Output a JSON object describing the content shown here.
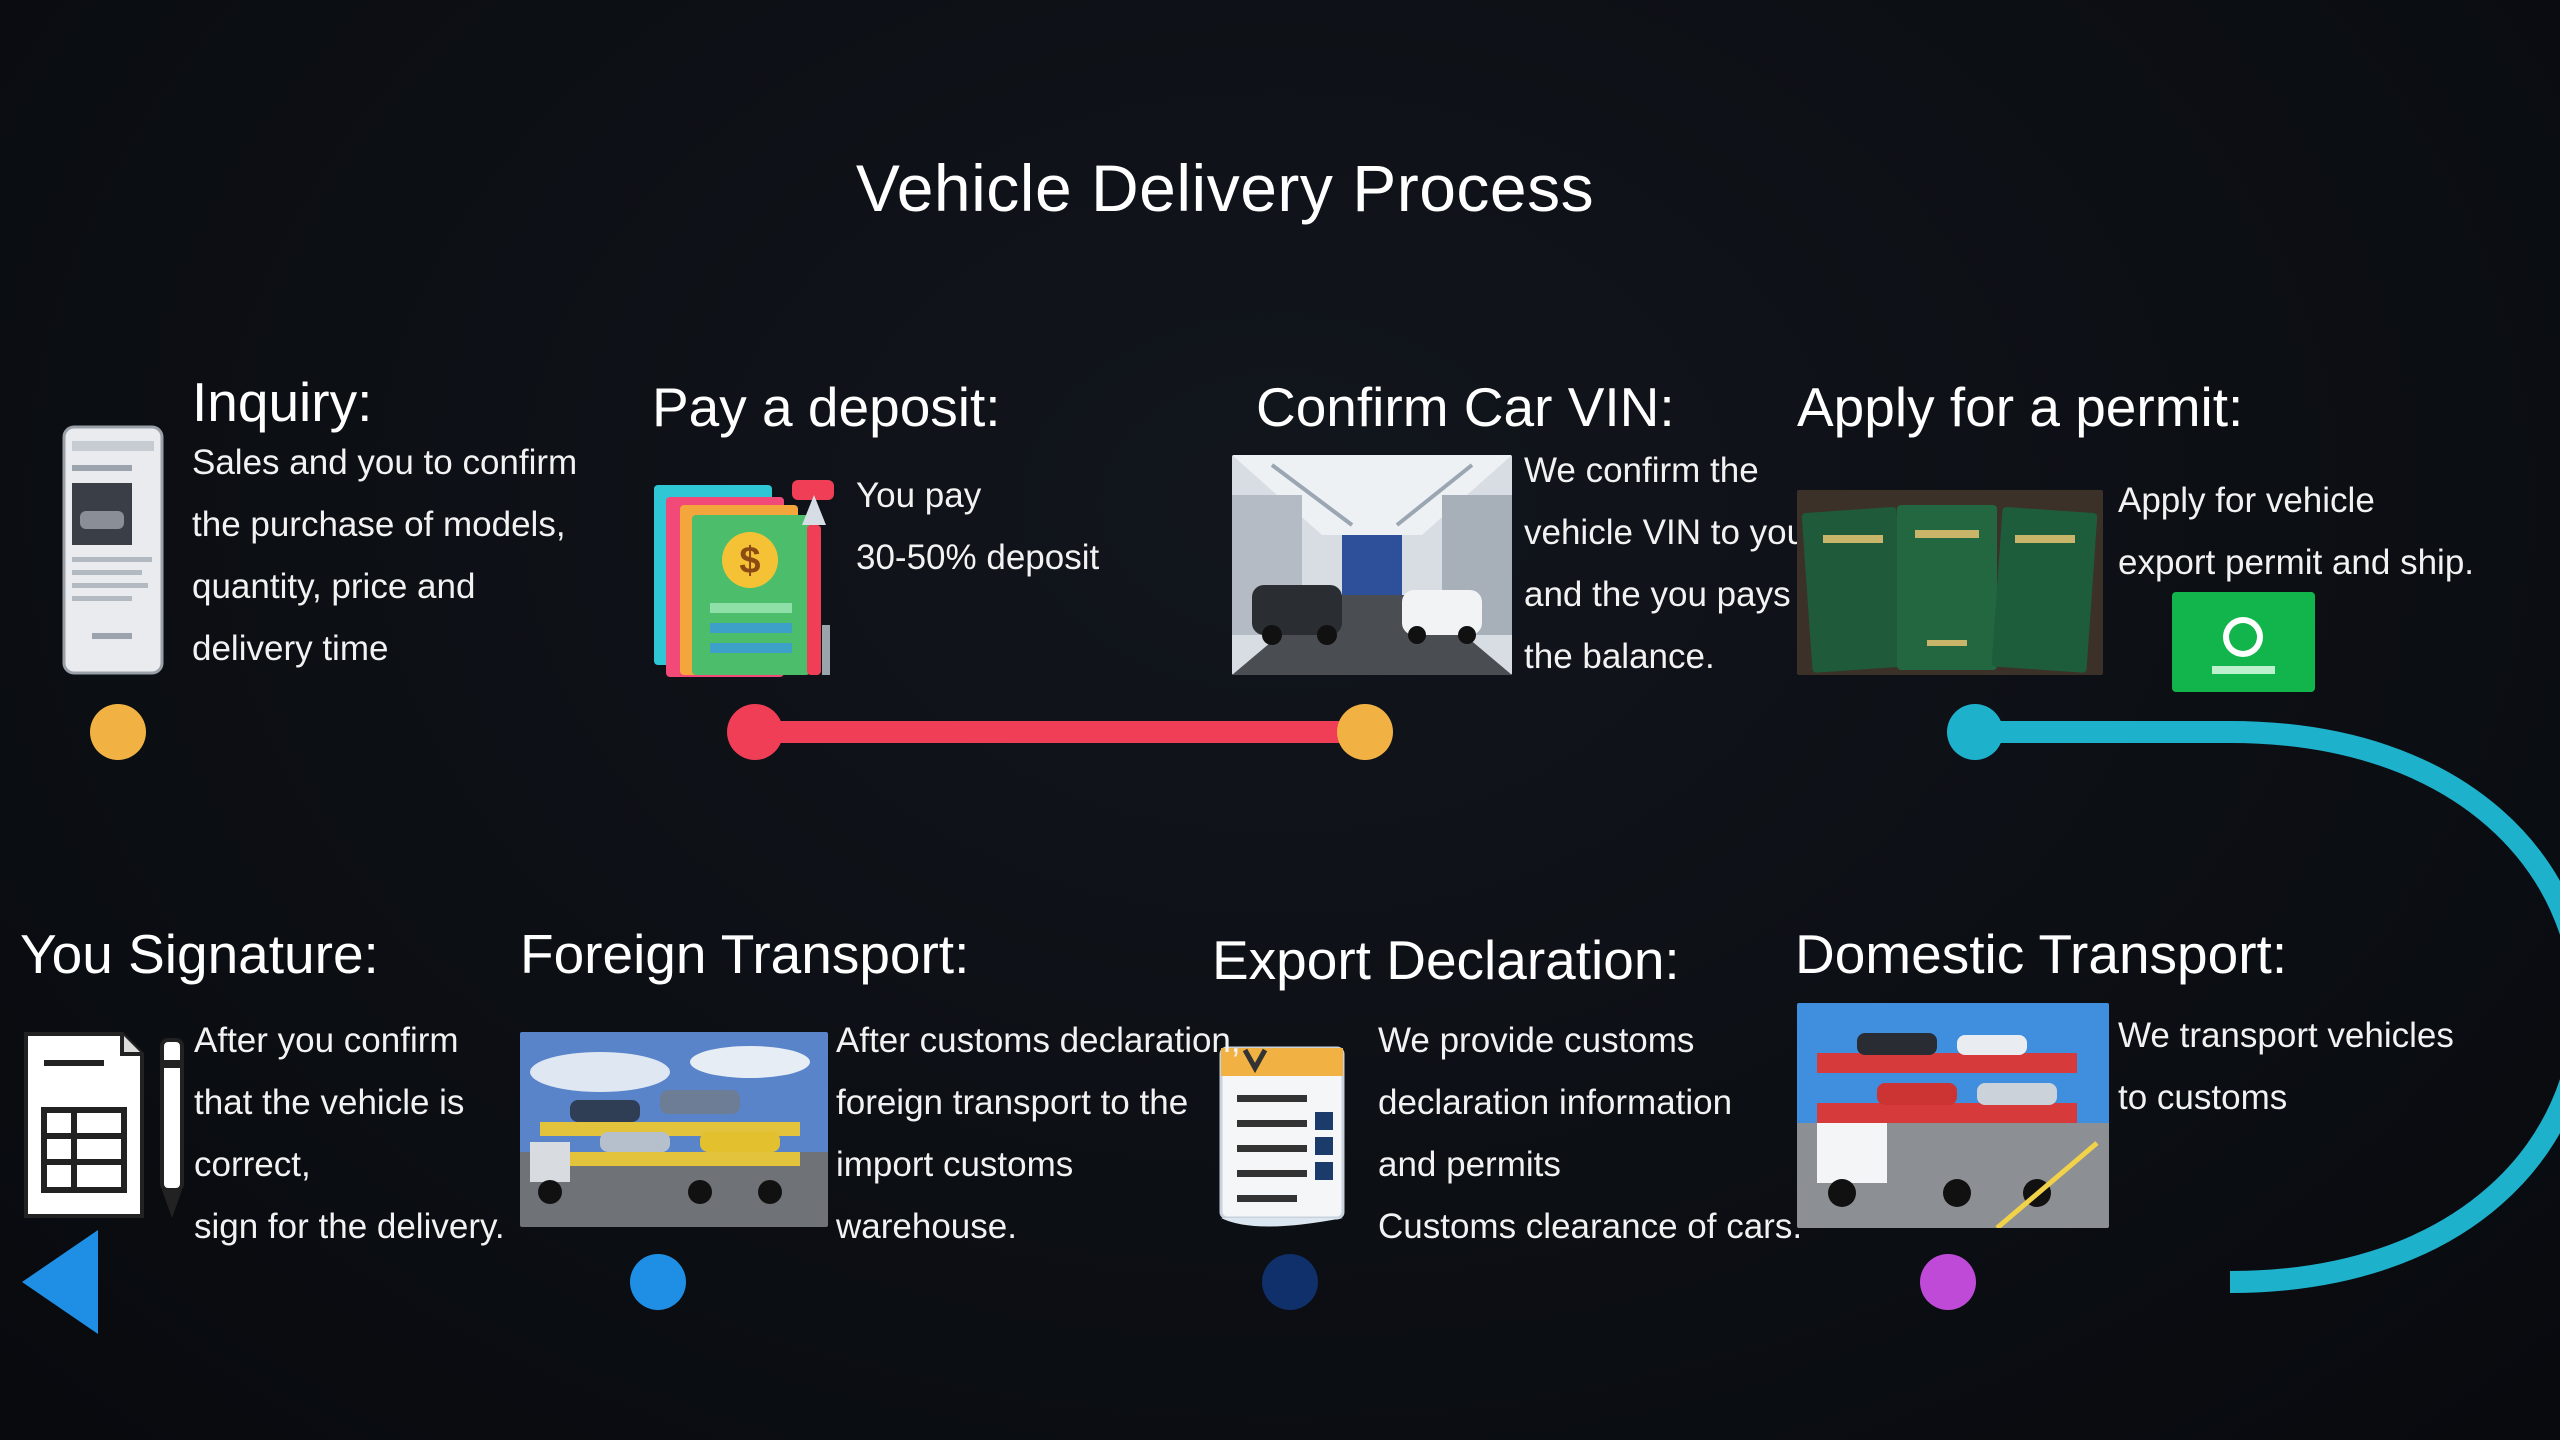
{
  "title": "Vehicle Delivery Process",
  "colors": {
    "background": "#0b0e13",
    "yellow": "#f1b243",
    "red": "#ef3e55",
    "cyan": "#1eb1cc",
    "purple": "#c04ad8",
    "navy": "#10306b",
    "blue": "#1e8fe5",
    "text": "#ffffff"
  },
  "steps": [
    {
      "id": "inquiry",
      "title": "Inquiry:",
      "lines": [
        "Sales and you to confirm",
        "the purchase of models,",
        "quantity, price and",
        "delivery time"
      ],
      "icon": "phone-icon"
    },
    {
      "id": "deposit",
      "title": "Pay a deposit:",
      "lines": [
        "You pay",
        "30-50% deposit"
      ],
      "icon": "invoice-dollar-icon"
    },
    {
      "id": "vin",
      "title": "Confirm Car VIN:",
      "lines": [
        "We confirm the",
        "vehicle VIN to you",
        "and the you pays",
        "the balance."
      ],
      "icon": "showroom-photo"
    },
    {
      "id": "permit",
      "title": "Apply for a permit:",
      "lines": [
        "Apply for vehicle",
        "export permit and ship."
      ],
      "icon": "permit-booklets-photo"
    },
    {
      "id": "domestic",
      "title": "Domestic Transport:",
      "lines": [
        "We transport vehicles",
        "to customs"
      ],
      "icon": "car-carrier-truck-photo"
    },
    {
      "id": "export",
      "title": "Export Declaration:",
      "lines": [
        "We provide customs",
        "declaration information",
        "and permits",
        "Customs clearance of cars."
      ],
      "icon": "checklist-icon"
    },
    {
      "id": "foreign",
      "title": "Foreign Transport:",
      "lines": [
        "After customs declaration,",
        "foreign transport to the",
        "import customs",
        "warehouse."
      ],
      "icon": "car-trailer-photo"
    },
    {
      "id": "signature",
      "title": "You Signature:",
      "lines": [
        "After you confirm",
        "that the vehicle is",
        "correct,",
        "sign for the delivery."
      ],
      "icon": "document-pen-icon"
    }
  ]
}
